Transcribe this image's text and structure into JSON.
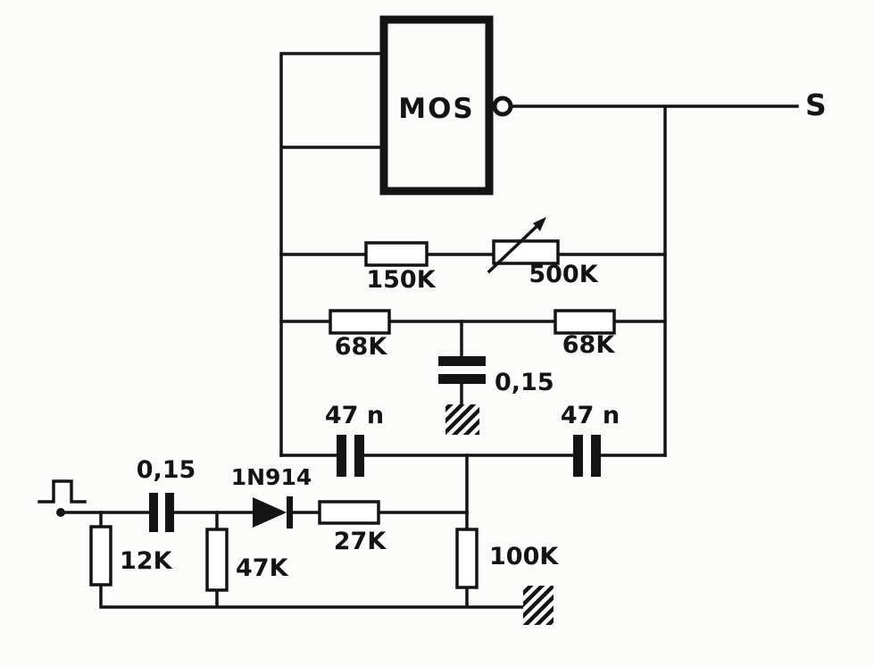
{
  "schematic": {
    "type": "circuit-schematic",
    "gate_label": "MOS",
    "output_terminal": "S",
    "labels": {
      "r_150k": "150K",
      "r_500k_variable": "500K",
      "r_68k_left": "68K",
      "r_68k_right": "68K",
      "c_015_ground": "0,15",
      "c_47n_left": "47 n",
      "c_47n_right": "47 n",
      "c_015_input": "0,15",
      "d_1n914": "1N914",
      "r_27k": "27K",
      "r_12k": "12K",
      "r_47k": "47K",
      "r_100k": "100K"
    },
    "colors": {
      "ink": "#141414",
      "paper": "#fcfcfa"
    }
  }
}
